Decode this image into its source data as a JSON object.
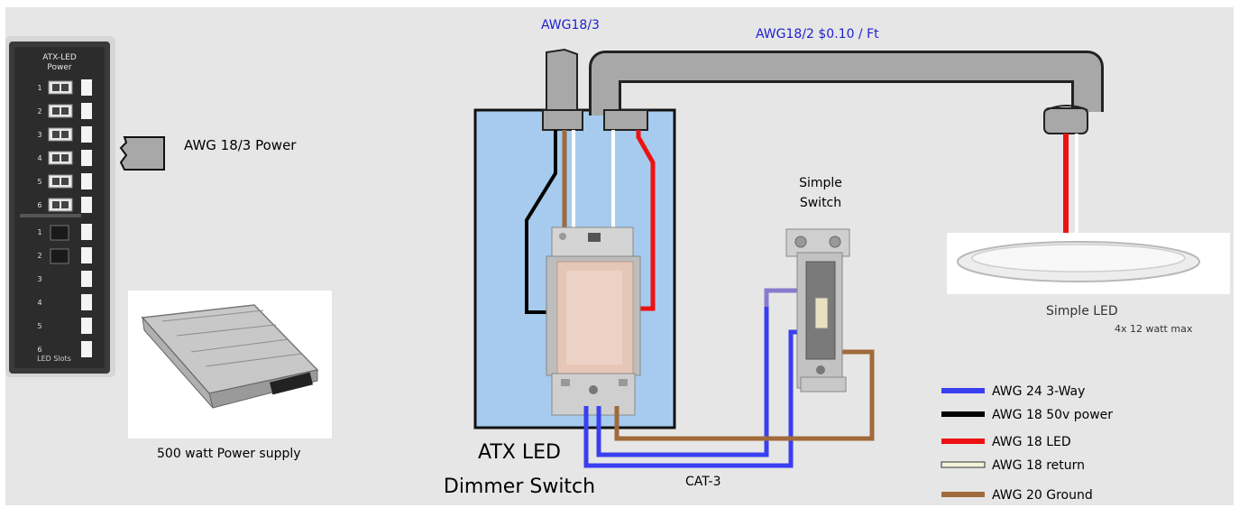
{
  "panel": {
    "title_line1": "ATX-LED",
    "title_line2": "Power",
    "slot_numbers": [
      "1",
      "2",
      "3",
      "4",
      "5",
      "6",
      "1",
      "2",
      "3",
      "4",
      "5",
      "6"
    ],
    "footer": "LED Slots"
  },
  "labels": {
    "power_cable": "AWG 18/3 Power",
    "power_supply": "500 watt Power supply",
    "top_cable_183": "AWG18/3",
    "top_cable_182": "AWG18/2 $0.10 / Ft",
    "simple_switch_line1": "Simple",
    "simple_switch_line2": "Switch",
    "simple_led": "Simple LED",
    "led_max": "4x 12 watt max",
    "dimmer_line1": "ATX LED",
    "dimmer_line2": "Dimmer Switch",
    "cat3": "CAT-3"
  },
  "legend": [
    {
      "label": "AWG 24 3-Way",
      "color": "#3a3ff0"
    },
    {
      "label": "AWG 18 50v power",
      "color": "#000000"
    },
    {
      "label": "AWG 18 LED",
      "color": "#ee1111"
    },
    {
      "label": "AWG 18 return",
      "color": "#f3f3d8"
    },
    {
      "label": "AWG 20 Ground",
      "color": "#a06a3a"
    }
  ],
  "colors": {
    "background": "#e6e6e6",
    "box": "#a6cbee",
    "conduit": "#a8a8a8",
    "label_blue": "#1f1fd0",
    "wire_blue": "#3a3ff0",
    "wire_red": "#ee1111",
    "wire_brown": "#a06a3a"
  }
}
